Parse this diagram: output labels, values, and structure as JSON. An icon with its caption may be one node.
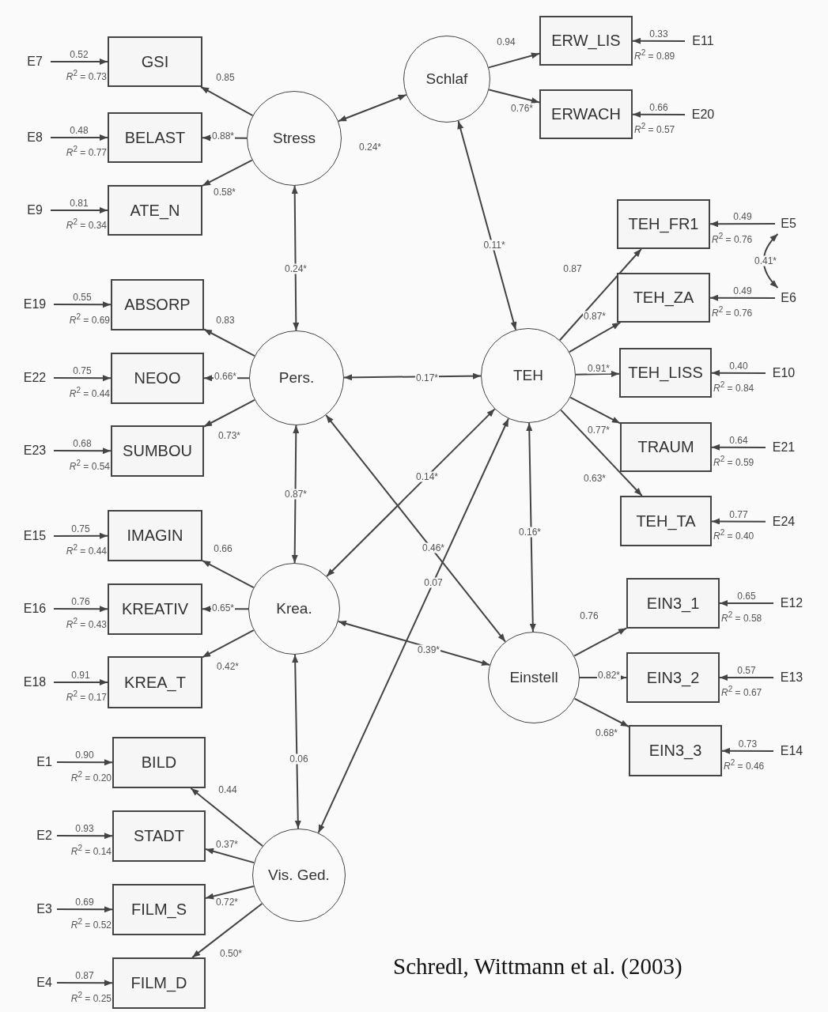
{
  "diagram": {
    "caption": "Schredl, Wittmann et al. (2003)",
    "nodes": [
      {
        "text": [
          "E7"
        ]
      },
      {
        "text": [
          "GSI"
        ],
        "beside": [
          "*R*$^{2}$ = 0.73"
        ]
      },
      {
        "text": [
          "E8"
        ]
      },
      {
        "text": [
          "BELAST"
        ],
        "beside": [
          "*R*$^{2}$ = 0.77"
        ]
      },
      {
        "text": [
          "E9"
        ]
      },
      {
        "text": [
          "ATE_N"
        ],
        "beside": [
          "*R*$^{2}$ = 0.34"
        ]
      },
      {
        "text": [
          "E19"
        ]
      },
      {
        "text": [
          "ABSORP"
        ],
        "beside": [
          "*R*$^{2}$ = 0.69"
        ]
      },
      {
        "text": [
          "E22"
        ]
      },
      {
        "text": [
          "NEOO"
        ],
        "beside": [
          "*R*$^{2}$ = 0.44"
        ]
      },
      {
        "text": [
          "E23"
        ]
      },
      {
        "text": [
          "SUMBOU"
        ],
        "beside": [
          "*R*$^{2}$ = 0.54"
        ]
      },
      {
        "text": [
          "E15"
        ]
      },
      {
        "text": [
          "IMAGIN"
        ],
        "beside": [
          "*R*$^{2}$ = 0.44"
        ]
      },
      {
        "text": [
          "E16"
        ]
      },
      {
        "text": [
          "KREATIV"
        ],
        "beside": [
          "*R*$^{2}$ = 0.43"
        ]
      },
      {
        "text": [
          "E18"
        ]
      },
      {
        "text": [
          "KREA_T"
        ],
        "beside": [
          "*R*$^{2}$ = 0.17"
        ]
      },
      {
        "text": [
          "E1"
        ]
      },
      {
        "text": [
          "BILD"
        ],
        "beside": [
          "*R*$^{2}$ = 0.20"
        ]
      },
      {
        "text": [
          "E2"
        ]
      },
      {
        "text": [
          "STADT"
        ],
        "beside": [
          "*R*$^{2}$ = 0.14"
        ]
      },
      {
        "text": [
          "E3"
        ]
      },
      {
        "text": [
          "FILM_S"
        ],
        "beside": [
          "*R*$^{2}$ = 0.52"
        ]
      },
      {
        "text": [
          "E4"
        ]
      },
      {
        "text": [
          "FILM_D"
        ],
        "beside": [
          "*R*$^{2}$ = 0.25"
        ]
      },
      {
        "text": [
          "Stress"
        ]
      },
      {
        "text": [
          "Pers."
        ]
      },
      {
        "text": [
          "Krea."
        ]
      },
      {
        "text": [
          "Vis. Ged."
        ]
      },
      {
        "text": [
          "Schlaf"
        ]
      },
      {
        "text": [
          "TEH"
        ]
      },
      {
        "text": [
          "Einstell"
        ]
      },
      {
        "text": [
          "ERW_LIS"
        ],
        "beside": [
          "*R*$^{2}$ = 0.89"
        ]
      },
      {
        "text": [
          "E11"
        ]
      },
      {
        "text": [
          "ERWACH"
        ],
        "beside": [
          "*R*$^{2}$ = 0.57"
        ]
      },
      {
        "text": [
          "E20"
        ]
      },
      {
        "text": [
          "TEH_FR1"
        ],
        "beside": [
          "*R*$^{2}$ = 0.76"
        ]
      },
      {
        "text": [
          "E5"
        ]
      },
      {
        "text": [
          "TEH_ZA"
        ],
        "beside": [
          "*R*$^{2}$ = 0.76"
        ]
      },
      {
        "text": [
          "E6"
        ]
      },
      {
        "text": [
          "TEH_LISS"
        ],
        "beside": [
          "*R*$^{2}$ = 0.84"
        ]
      },
      {
        "text": [
          "E10"
        ]
      },
      {
        "text": [
          "TRAUM"
        ],
        "beside": [
          "*R*$^{2}$ = 0.59"
        ]
      },
      {
        "text": [
          "E21"
        ]
      },
      {
        "text": [
          "TEH_TA"
        ],
        "beside": [
          "*R*$^{2}$ = 0.40"
        ]
      },
      {
        "text": [
          "E24"
        ]
      },
      {
        "text": [
          "EIN3_1"
        ],
        "beside": [
          "*R*$^{2}$ = 0.58"
        ]
      },
      {
        "text": [
          "E12"
        ]
      },
      {
        "text": [
          "EIN3_2"
        ],
        "beside": [
          "*R*$^{2}$ = 0.67"
        ]
      },
      {
        "text": [
          "E13"
        ]
      },
      {
        "text": [
          "EIN3_3"
        ],
        "beside": [
          "*R*$^{2}$ = 0.46"
        ]
      },
      {
        "text": [
          "E14"
        ]
      }
    ],
    "edges": [
      {
        "from": 26,
        "to": 30,
        "arrow": "both",
        "label": "0.24*"
      },
      {
        "from": 26,
        "to": 27,
        "arrow": "both",
        "label": "0.24*"
      },
      {
        "from": 30,
        "to": 31,
        "arrow": "both",
        "label": "0.11*"
      },
      {
        "from": 27,
        "to": 31,
        "arrow": "both",
        "label": "0.17*"
      },
      {
        "from": 27,
        "to": 28,
        "arrow": "both",
        "label": "0.87*"
      },
      {
        "from": 28,
        "to": 31,
        "arrow": "both",
        "label": "0.14*"
      },
      {
        "from": 27,
        "to": 32,
        "arrow": "both",
        "label": "0.46*"
      },
      {
        "from": 29,
        "to": 31,
        "arrow": "both",
        "label": "0.07"
      },
      {
        "from": 31,
        "to": 32,
        "arrow": "both",
        "label": "0.16*"
      },
      {
        "from": 28,
        "to": 32,
        "arrow": "both",
        "label": "0.39*"
      },
      {
        "from": 28,
        "to": 29,
        "arrow": "both",
        "label": "0.06"
      },
      {
        "from": 26,
        "to": 1,
        "arrow": "to",
        "label": "0.85"
      },
      {
        "from": 26,
        "to": 3,
        "arrow": "to",
        "label": "0.88*"
      },
      {
        "from": 26,
        "to": 5,
        "arrow": "to",
        "label": "0.58*"
      },
      {
        "from": 27,
        "to": 7,
        "arrow": "to",
        "label": "0.83"
      },
      {
        "from": 27,
        "to": 9,
        "arrow": "to",
        "label": "0.66*"
      },
      {
        "from": 27,
        "to": 11,
        "arrow": "to",
        "label": "0.73*"
      },
      {
        "from": 28,
        "to": 13,
        "arrow": "to",
        "label": "0.66"
      },
      {
        "from": 28,
        "to": 15,
        "arrow": "to",
        "label": "0.65*"
      },
      {
        "from": 28,
        "to": 17,
        "arrow": "to",
        "label": "0.42*"
      },
      {
        "from": 29,
        "to": 19,
        "arrow": "to",
        "label": "0.44"
      },
      {
        "from": 29,
        "to": 21,
        "arrow": "to",
        "label": "0.37*"
      },
      {
        "from": 29,
        "to": 23,
        "arrow": "to",
        "label": "0.72*"
      },
      {
        "from": 29,
        "to": 25,
        "arrow": "to",
        "label": "0.50*"
      },
      {
        "from": 30,
        "to": 33,
        "arrow": "to",
        "label": "0.94"
      },
      {
        "from": 30,
        "to": 35,
        "arrow": "to",
        "label": "0.76*"
      },
      {
        "from": 31,
        "to": 37,
        "arrow": "to",
        "label": "0.87"
      },
      {
        "from": 31,
        "to": 39,
        "arrow": "to",
        "label": "0.87*"
      },
      {
        "from": 31,
        "to": 41,
        "arrow": "to",
        "label": "0.91*"
      },
      {
        "from": 31,
        "to": 43,
        "arrow": "to",
        "label": "0.77*"
      },
      {
        "from": 31,
        "to": 45,
        "arrow": "to",
        "label": "0.63*"
      },
      {
        "from": 32,
        "to": 47,
        "arrow": "to",
        "label": "0.76"
      },
      {
        "from": 32,
        "to": 49,
        "arrow": "to",
        "label": "0.82*"
      },
      {
        "from": 32,
        "to": 51,
        "arrow": "to",
        "label": "0.68*"
      },
      {
        "from": 0,
        "to": 1,
        "arrow": "to",
        "label": "0.52"
      },
      {
        "from": 2,
        "to": 3,
        "arrow": "to",
        "label": "0.48"
      },
      {
        "from": 4,
        "to": 5,
        "arrow": "to",
        "label": "0.81"
      },
      {
        "from": 6,
        "to": 7,
        "arrow": "to",
        "label": "0.55"
      },
      {
        "from": 8,
        "to": 9,
        "arrow": "to",
        "label": "0.75"
      },
      {
        "from": 10,
        "to": 11,
        "arrow": "to",
        "label": "0.68"
      },
      {
        "from": 12,
        "to": 13,
        "arrow": "to",
        "label": "0.75"
      },
      {
        "from": 14,
        "to": 15,
        "arrow": "to",
        "label": "0.76"
      },
      {
        "from": 16,
        "to": 17,
        "arrow": "to",
        "label": "0.91"
      },
      {
        "from": 18,
        "to": 19,
        "arrow": "to",
        "label": "0.90"
      },
      {
        "from": 20,
        "to": 21,
        "arrow": "to",
        "label": "0.93"
      },
      {
        "from": 22,
        "to": 23,
        "arrow": "to",
        "label": "0.69"
      },
      {
        "from": 24,
        "to": 25,
        "arrow": "to",
        "label": "0.87"
      },
      {
        "from": 34,
        "to": 33,
        "arrow": "to",
        "label": "0.33"
      },
      {
        "from": 36,
        "to": 35,
        "arrow": "to",
        "label": "0.66"
      },
      {
        "from": 38,
        "to": 37,
        "arrow": "to",
        "label": "0.49"
      },
      {
        "from": 40,
        "to": 39,
        "arrow": "to",
        "label": "0.49"
      },
      {
        "from": 42,
        "to": 41,
        "arrow": "to",
        "label": "0.40"
      },
      {
        "from": 44,
        "to": 43,
        "arrow": "to",
        "label": "0.64"
      },
      {
        "from": 46,
        "to": 45,
        "arrow": "to",
        "label": "0.77"
      },
      {
        "from": 48,
        "to": 47,
        "arrow": "to",
        "label": "0.65"
      },
      {
        "from": 50,
        "to": 49,
        "arrow": "to",
        "label": "0.57"
      },
      {
        "from": 52,
        "to": 51,
        "arrow": "to",
        "label": "0.73"
      },
      {
        "from": 38,
        "to": 40,
        "arrow": "both",
        "label": "0.41*"
      }
    ]
  }
}
